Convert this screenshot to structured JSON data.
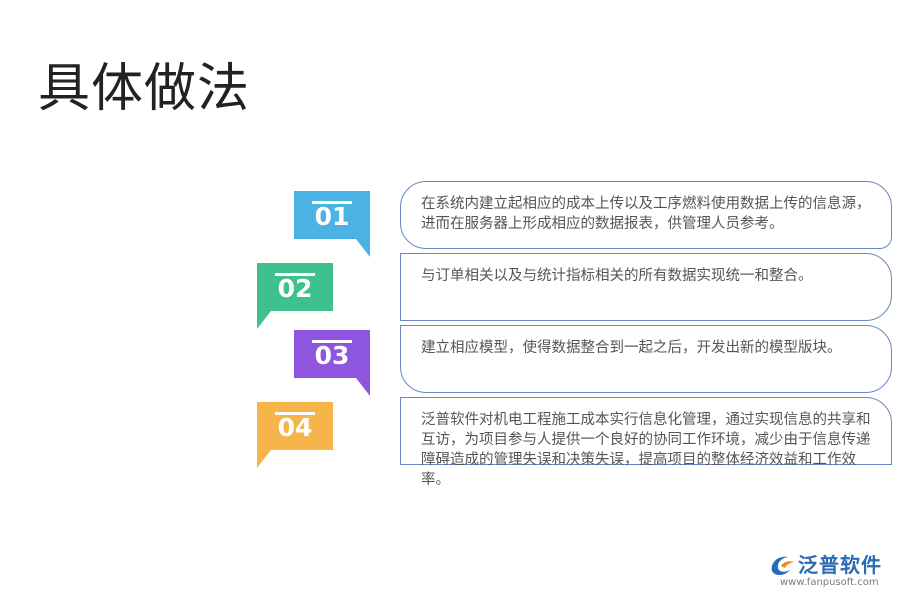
{
  "title": "具体做法",
  "items": [
    {
      "number": "01",
      "color": "#4bb2e4",
      "text": "在系统内建立起相应的成本上传以及工序燃料使用数据上传的信息源，进而在服务器上形成相应的数据报表，供管理人员参考。"
    },
    {
      "number": "02",
      "color": "#3ec08f",
      "text": "与订单相关以及与统计指标相关的所有数据实现统一和整合。"
    },
    {
      "number": "03",
      "color": "#8e55e0",
      "text": "建立相应模型，使得数据整合到一起之后，开发出新的模型版块。"
    },
    {
      "number": "04",
      "color": "#f5b54a",
      "text": "泛普软件对机电工程施工成本实行信息化管理，通过实现信息的共享和互访，为项目参与人提供一个良好的协同工作环境，减少由于信息传递障碍造成的管理失误和决策失误，提高项目的整体经济效益和工作效率。"
    }
  ],
  "logo": {
    "name": "泛普软件",
    "url": "www.fanpusoft.com"
  }
}
